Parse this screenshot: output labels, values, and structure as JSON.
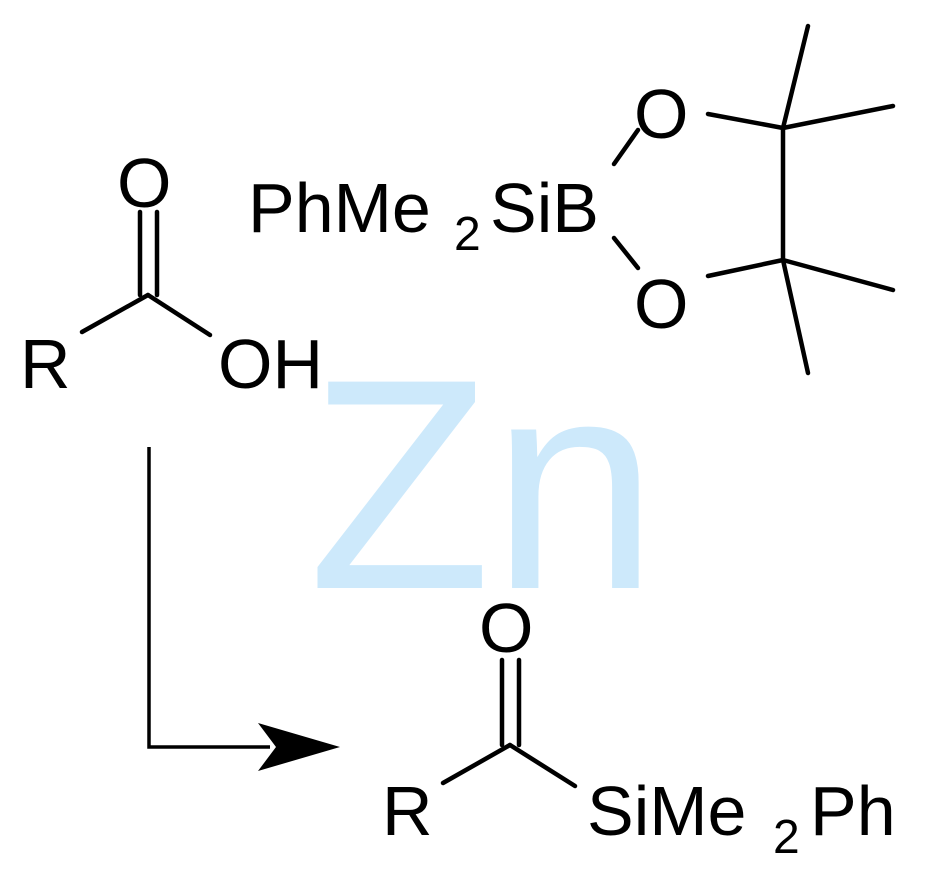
{
  "watermark": {
    "text": "Zn",
    "color": "#cde9fb"
  },
  "reactant_acid": {
    "r_label": "R",
    "carbonyl_o": "O",
    "hydroxyl": "OH"
  },
  "reagent_silylborane": {
    "prefix": "PhMe",
    "subscript": "2",
    "suffix": "SiB",
    "ring_o_top": "O",
    "ring_o_bottom": "O"
  },
  "product_acylsilane": {
    "r_label": "R",
    "carbonyl_o": "O",
    "silyl_prefix": "SiMe",
    "silyl_subscript": "2",
    "silyl_suffix": "Ph"
  }
}
